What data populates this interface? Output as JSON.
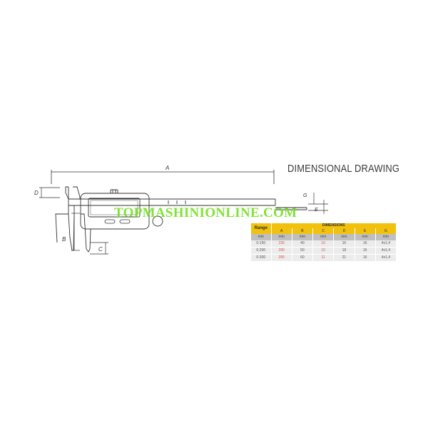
{
  "heading": "DIMENSIONAL DRAWING",
  "watermark": "TOPMASHINIONLINE.COM",
  "drawing_labels": {
    "A": "A",
    "B": "B",
    "C": "C",
    "D": "D",
    "E": "E",
    "G": "G"
  },
  "table": {
    "range_header": "Range",
    "group_header": "DIMENSIONS",
    "columns": [
      "A",
      "B",
      "C",
      "D",
      "E",
      "G"
    ],
    "units_label": "mm",
    "units": [
      "mm",
      "mm",
      "mm",
      "mm",
      "mm",
      "mm"
    ],
    "rows": [
      {
        "range": "0-150",
        "values": [
          "235",
          "40",
          "10",
          "16",
          "16",
          "4x1,4"
        ]
      },
      {
        "range": "0-200",
        "values": [
          "290",
          "50",
          "10",
          "18",
          "16",
          "4x1,4"
        ]
      },
      {
        "range": "0-300",
        "values": [
          "395",
          "60",
          "11",
          "21",
          "16",
          "4x1,4"
        ]
      }
    ]
  },
  "colors": {
    "header_yellow": "#f2c10d",
    "unit_gray": "#bfbfbf",
    "row_gray": "#ececec",
    "highlight_red": "#d9534f",
    "watermark_green": "#6fe01a",
    "line_dark": "#333333"
  }
}
